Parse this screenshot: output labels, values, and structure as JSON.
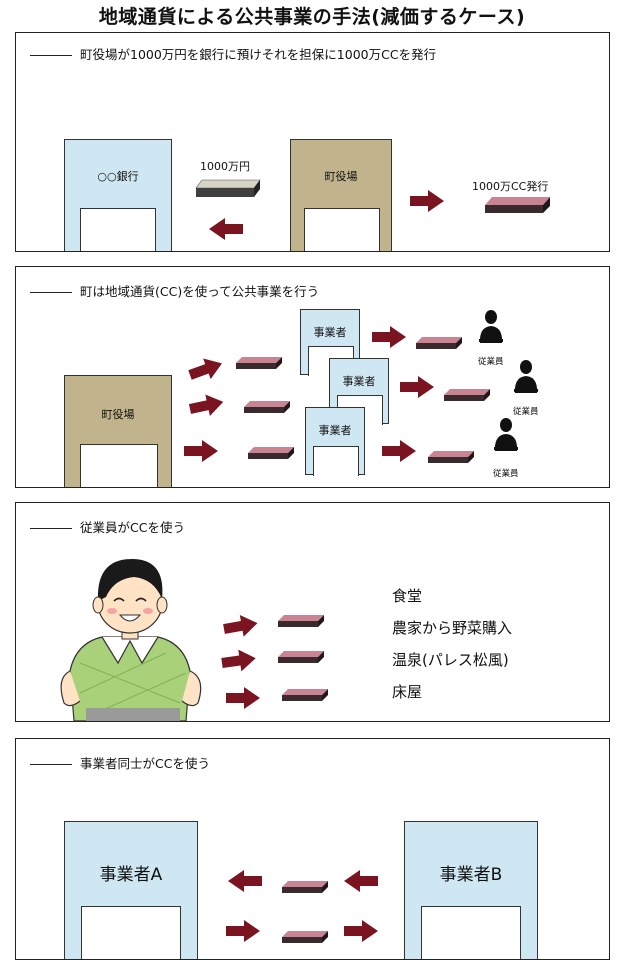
{
  "title": "地域通貨による公共事業の手法(減価するケース)",
  "panel1": {
    "caption": "町役場が1000万円を銀行に預けそれを担保に1000万CCを発行",
    "bank_label": "○○銀行",
    "money_label": "1000万円",
    "town_label": "町役場",
    "cc_label": "1000万CC発行"
  },
  "panel2": {
    "caption": "町は地域通貨(CC)を使って公共事業を行う",
    "town_label": "町役場",
    "business_label": "事業者",
    "employee_label": "従業員"
  },
  "panel3": {
    "caption": "従業員がCCを使う",
    "uses": [
      "食堂",
      "農家から野菜購入",
      "温泉(パレス松風)",
      "床屋"
    ]
  },
  "panel4": {
    "caption": "事業者同士がCCを使う",
    "business_a": "事業者A",
    "business_b": "事業者B"
  },
  "colors": {
    "arrow": "#7a1420",
    "bank": "#cfe7f2",
    "town": "#c1b38b",
    "cc_top": "#c98392",
    "cc_side": "#3a2a2e",
    "money_top": "#d6d5c4"
  }
}
